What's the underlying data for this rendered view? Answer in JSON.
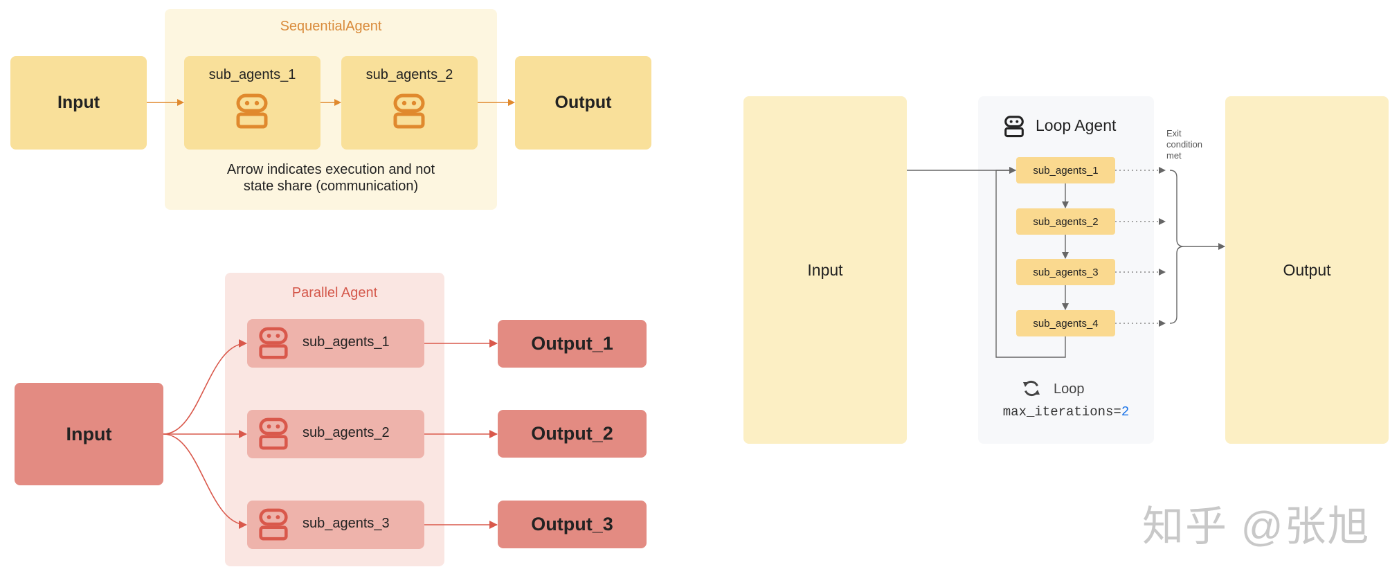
{
  "sequential": {
    "title": "SequentialAgent",
    "input": "Input",
    "output": "Output",
    "sub1": "sub_agents_1",
    "sub2": "sub_agents_2",
    "note_line1": "Arrow indicates execution and not",
    "note_line2": "state share (communication)",
    "colors": {
      "panel": "#fdf6e0",
      "box": "#f9e09a",
      "accent": "#e0892d",
      "title": "#d98a3a"
    }
  },
  "parallel": {
    "title": "Parallel Agent",
    "input": "Input",
    "subs": [
      "sub_agents_1",
      "sub_agents_2",
      "sub_agents_3"
    ],
    "outputs": [
      "Output_1",
      "Output_2",
      "Output_3"
    ],
    "colors": {
      "panel": "#fae6e2",
      "box": "#e38b82",
      "sub": "#eeb3ab",
      "accent": "#d9584b"
    }
  },
  "loop": {
    "title": "Loop Agent",
    "input": "Input",
    "output": "Output",
    "subs": [
      "sub_agents_1",
      "sub_agents_2",
      "sub_agents_3",
      "sub_agents_4"
    ],
    "exit_label": [
      "Exit",
      "condition",
      "met"
    ],
    "loop_label": "Loop",
    "iterations_key": "max_iterations=",
    "iterations_value": "2",
    "colors": {
      "big": "#fcefc4",
      "panel": "#f7f8fa",
      "sub": "#fad98f",
      "line": "#666666"
    }
  },
  "watermark": "知乎 @张旭"
}
